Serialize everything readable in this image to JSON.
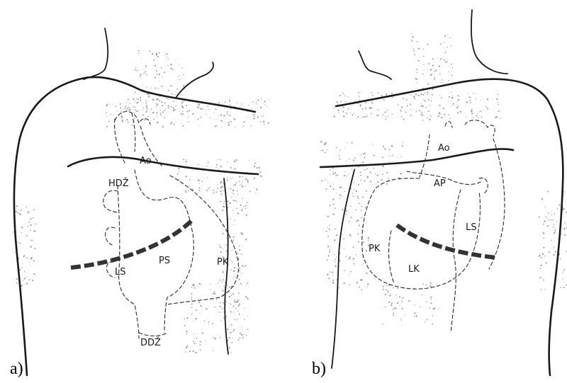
{
  "panels": [
    {
      "id": "a",
      "label": "a)",
      "structures": [
        "Ao",
        "HDŽ",
        "PS",
        "PK",
        "LS",
        "DDŽ"
      ]
    },
    {
      "id": "b",
      "label": "b)",
      "structures": [
        "Ao",
        "AP",
        "LS",
        "PK",
        "LK"
      ]
    }
  ],
  "colors": {
    "ink": "#1a1a1a",
    "stipple": "#9a9a9a",
    "background": "#ffffff"
  }
}
